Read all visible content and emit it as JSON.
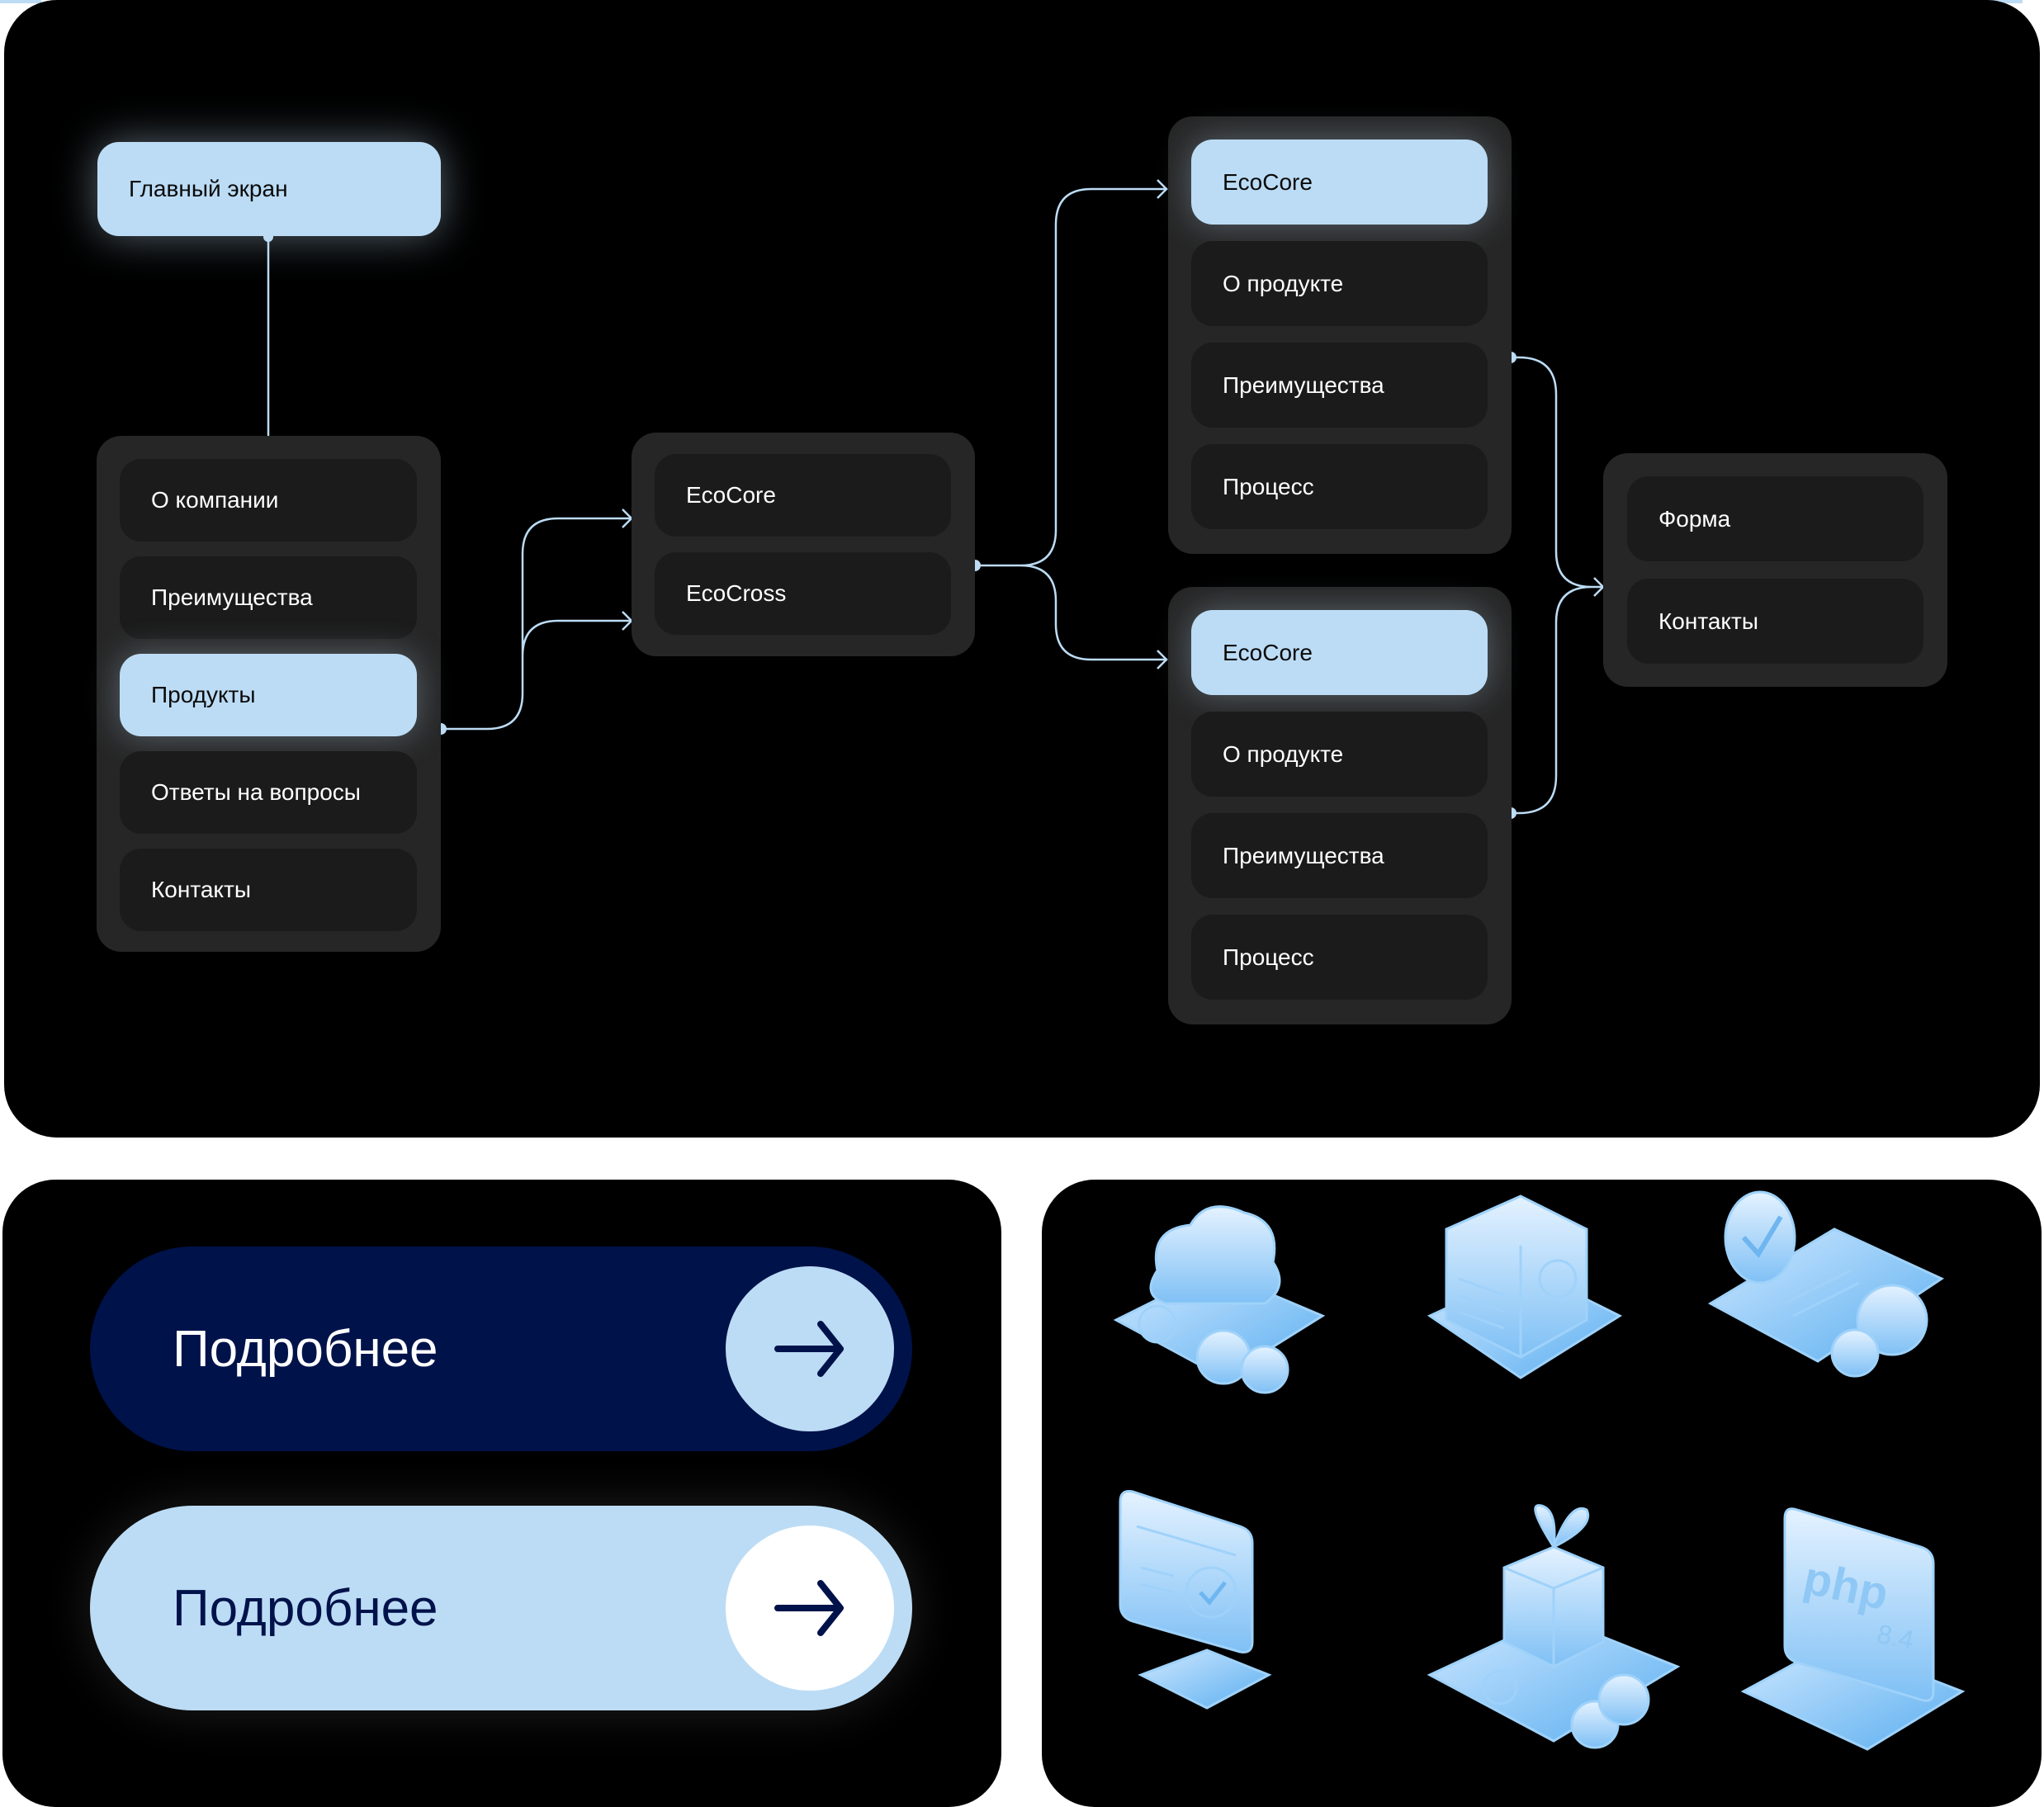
{
  "sitemap": {
    "main": "Главный экран",
    "menu": [
      "О компании",
      "Преимущества",
      "Продукты",
      "Ответы на вопросы",
      "Контакты"
    ],
    "menu_active": "Продукты",
    "products": [
      "EcoCore",
      "EcoCross"
    ],
    "product_page_a": [
      "EcoCore",
      "О продукте",
      "Преимущества",
      "Процесс"
    ],
    "product_page_b": [
      "EcoCore",
      "О продукте",
      "Преимущества",
      "Процесс"
    ],
    "contact": [
      "Форма",
      "Контакты"
    ]
  },
  "buttons": {
    "primary_label": "Подробнее",
    "secondary_label": "Подробнее"
  },
  "colors": {
    "accent": "#bcdcf5",
    "navy": "#00124a",
    "box": "#262626",
    "item": "#1b1b1b",
    "panel": "#000000"
  },
  "icons": {
    "items": [
      "cloud-gear-coins-icon",
      "server-icon",
      "ticket-check-coins-icon",
      "monitor-check-icon",
      "gift-coins-icon",
      "php-icon"
    ],
    "php_text": "php",
    "php_version": "8.4"
  }
}
